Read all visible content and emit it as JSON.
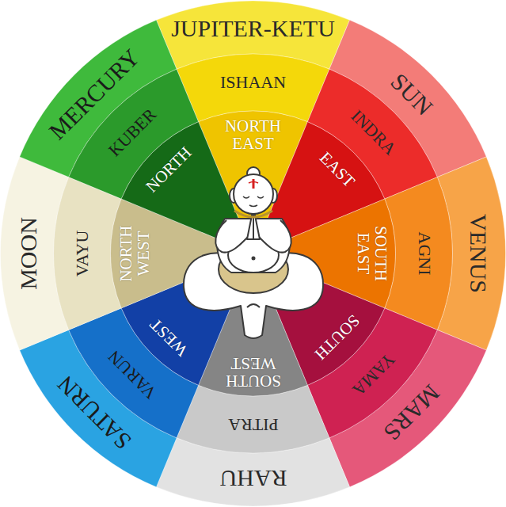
{
  "diagram": {
    "nodes": [
      {
        "text": [
          "JUPITER-KETU",
          "ISHAAN",
          "NORTH EAST"
        ]
      },
      {
        "text": [
          "SUN",
          "INDRA",
          "EAST"
        ]
      },
      {
        "text": [
          "VENUS",
          "AGNI",
          "SOUTH EAST"
        ]
      },
      {
        "text": [
          "MARS",
          "YAMA",
          "SOUTH"
        ]
      },
      {
        "text": [
          "RAHU",
          "PITRA",
          "SOUTH WEST"
        ]
      },
      {
        "text": [
          "SATURN",
          "VARUN",
          "WEST"
        ]
      },
      {
        "text": [
          "MOON",
          "VAYU",
          "NORTH WEST"
        ]
      },
      {
        "text": [
          "MERCURY",
          "KUBER",
          "NORTH"
        ]
      }
    ]
  }
}
